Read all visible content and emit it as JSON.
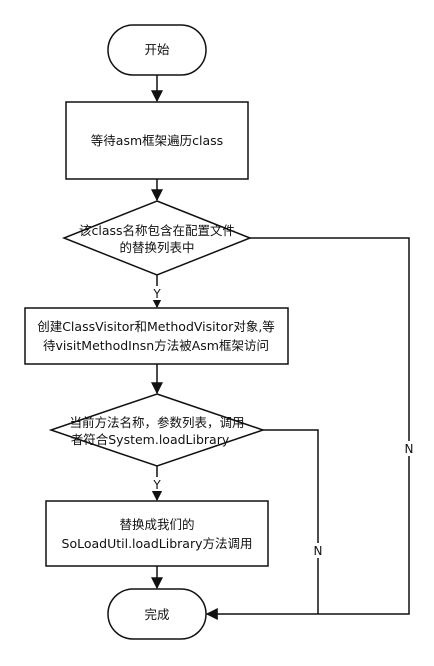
{
  "nodes": {
    "start": {
      "label": "开始"
    },
    "wait": {
      "label": "等待asm框架遍历class"
    },
    "decision1": {
      "line1": "该class名称包含在配置文件",
      "line2": "的替换列表中"
    },
    "create": {
      "line1": "创建ClassVisitor和MethodVisitor对象,等",
      "line2": "待visitMethodInsn方法被Asm框架访问"
    },
    "decision2": {
      "line1": "当前方法名称，参数列表，调用",
      "line2": "者符合System.loadLibrary"
    },
    "replace": {
      "line1": "替换成我们的",
      "line2": "SoLoadUtil.loadLibrary方法调用"
    },
    "end": {
      "label": "完成"
    }
  },
  "edges": {
    "yes1": "Y",
    "yes2": "Y",
    "no1": "N",
    "no2": "N"
  },
  "colors": {
    "stroke": "#111111",
    "fill": "#ffffff",
    "text": "#111111"
  }
}
